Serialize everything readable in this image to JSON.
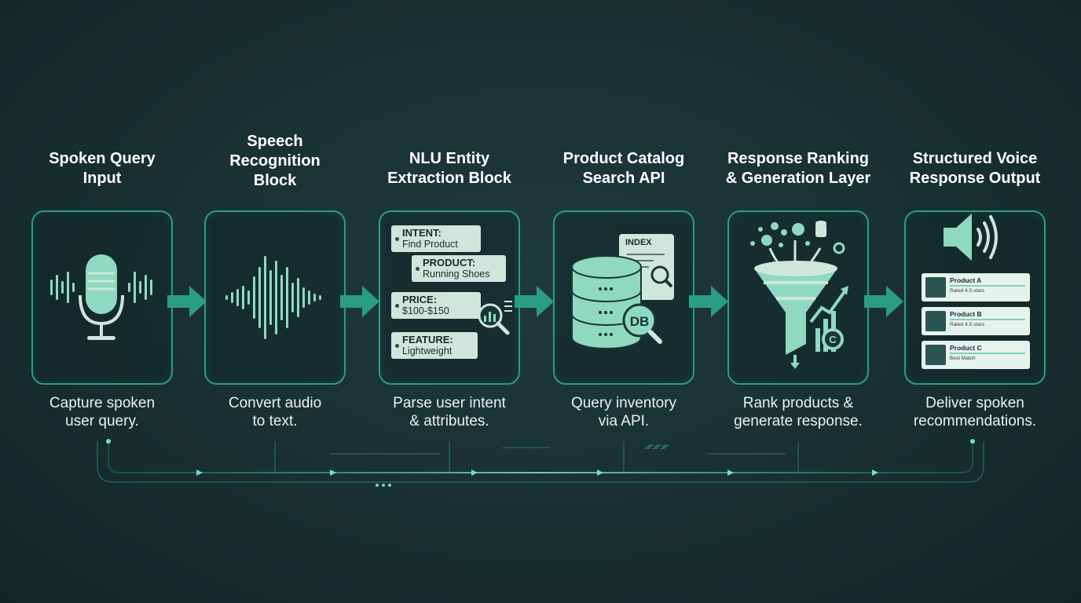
{
  "stages": [
    {
      "title": "Spoken Query\nInput",
      "description": "Capture spoken\nuser query.",
      "icon": "microphone-icon"
    },
    {
      "title": "Speech\nRecognition\nBlock",
      "description": "Convert audio\nto text.",
      "icon": "waveform-icon"
    },
    {
      "title": "NLU Entity\nExtraction Block",
      "description": "Parse user intent\n& attributes.",
      "icon": "entity-tags-icon"
    },
    {
      "title": "Product Catalog\nSearch API",
      "description": "Query inventory\nvia API.",
      "icon": "database-icon"
    },
    {
      "title": "Response Ranking\n& Generation Layer",
      "description": "Rank products &\ngenerate response.",
      "icon": "funnel-icon"
    },
    {
      "title": "Structured Voice\nResponse Output",
      "description": "Deliver spoken\nrecommendations.",
      "icon": "speaker-icon"
    }
  ],
  "entities": [
    {
      "key": "INTENT:",
      "value": "Find Product"
    },
    {
      "key": "PRODUCT:",
      "value": "Running Shoes"
    },
    {
      "key": "PRICE:",
      "value": "$100-$150"
    },
    {
      "key": "FEATURE:",
      "value": "Lightweight"
    }
  ],
  "catalog": {
    "index_label": "INDEX",
    "db_label": "DB"
  },
  "results": [
    {
      "name": "Product A",
      "meta": "Rated 4.5 stars"
    },
    {
      "name": "Product B",
      "meta": "Rated 4.5 stars"
    },
    {
      "name": "Product C",
      "meta": "Best Match"
    }
  ],
  "colors": {
    "accent": "#2a9d84",
    "icon_fill": "#8fd9c0",
    "icon_light": "#cfe6dc",
    "background": "#18302f"
  }
}
